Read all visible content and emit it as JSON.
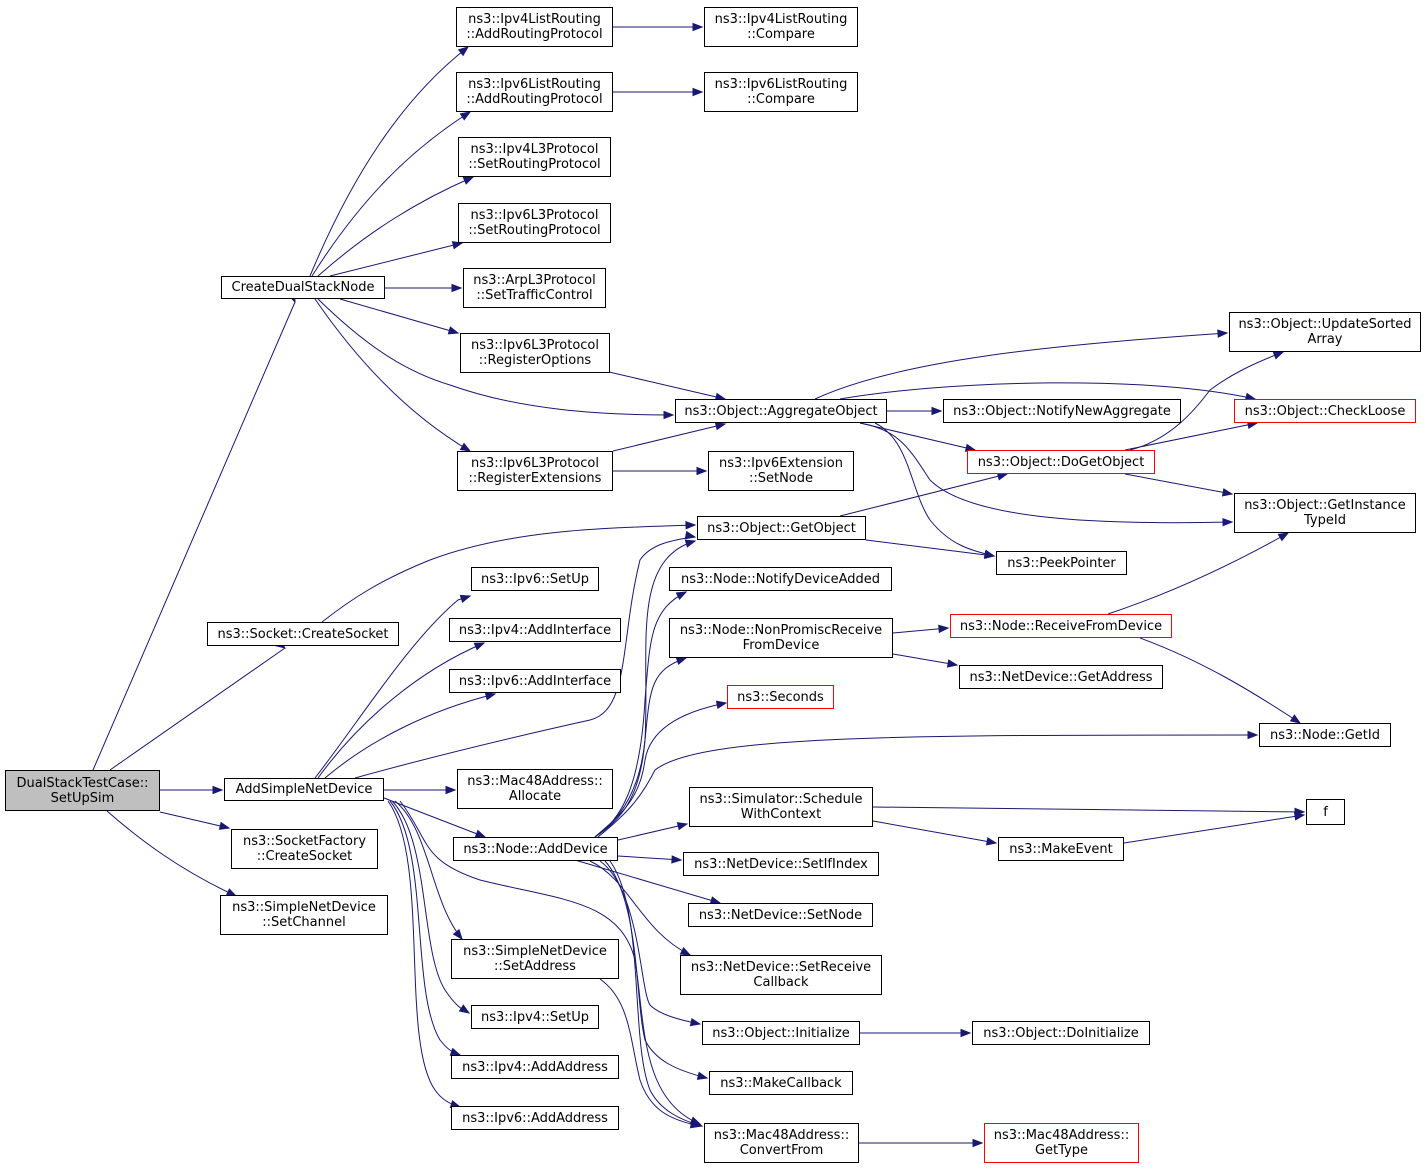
{
  "colors": {
    "edge": "#191970",
    "root_fill": "#bfbfbf",
    "truncated_border": "#ff0000",
    "node_border": "#000000",
    "background": "#ffffff"
  },
  "nodes": {
    "root": [
      "DualStackTestCase::",
      "SetUpSim"
    ],
    "create_dual_stack_node": [
      "CreateDualStackNode"
    ],
    "socket_create_socket": [
      "ns3::Socket::CreateSocket"
    ],
    "add_simple_net_device": [
      "AddSimpleNetDevice"
    ],
    "socket_factory_create_socket": [
      "ns3::SocketFactory",
      "::CreateSocket"
    ],
    "simple_net_device_set_channel": [
      "ns3::SimpleNetDevice",
      "::SetChannel"
    ],
    "ipv4_list_routing_add": [
      "ns3::Ipv4ListRouting",
      "::AddRoutingProtocol"
    ],
    "ipv6_list_routing_add": [
      "ns3::Ipv6ListRouting",
      "::AddRoutingProtocol"
    ],
    "ipv4_l3_set_routing": [
      "ns3::Ipv4L3Protocol",
      "::SetRoutingProtocol"
    ],
    "ipv6_l3_set_routing": [
      "ns3::Ipv6L3Protocol",
      "::SetRoutingProtocol"
    ],
    "arp_l3_set_traffic": [
      "ns3::ArpL3Protocol",
      "::SetTrafficControl"
    ],
    "ipv6_l3_register_options": [
      "ns3::Ipv6L3Protocol",
      "::RegisterOptions"
    ],
    "ipv6_l3_register_extensions": [
      "ns3::Ipv6L3Protocol",
      "::RegisterExtensions"
    ],
    "ipv6_set_up": [
      "ns3::Ipv6::SetUp"
    ],
    "ipv4_add_interface": [
      "ns3::Ipv4::AddInterface"
    ],
    "ipv6_add_interface": [
      "ns3::Ipv6::AddInterface"
    ],
    "mac48_allocate": [
      "ns3::Mac48Address::",
      "Allocate"
    ],
    "node_add_device": [
      "ns3::Node::AddDevice"
    ],
    "simple_net_device_set_address": [
      "ns3::SimpleNetDevice",
      "::SetAddress"
    ],
    "ipv4_set_up": [
      "ns3::Ipv4::SetUp"
    ],
    "ipv4_add_address": [
      "ns3::Ipv4::AddAddress"
    ],
    "ipv6_add_address": [
      "ns3::Ipv6::AddAddress"
    ],
    "ipv4_list_routing_compare": [
      "ns3::Ipv4ListRouting",
      "::Compare"
    ],
    "ipv6_list_routing_compare": [
      "ns3::Ipv6ListRouting",
      "::Compare"
    ],
    "object_aggregate_object": [
      "ns3::Object::AggregateObject"
    ],
    "ipv6_extension_set_node": [
      "ns3::Ipv6Extension",
      "::SetNode"
    ],
    "object_get_object": [
      "ns3::Object::GetObject"
    ],
    "node_notify_device_added": [
      "ns3::Node::NotifyDeviceAdded"
    ],
    "node_non_promisc_receive": [
      "ns3::Node::NonPromiscReceive",
      "FromDevice"
    ],
    "seconds": [
      "ns3::Seconds"
    ],
    "simulator_schedule_with_context": [
      "ns3::Simulator::Schedule",
      "WithContext"
    ],
    "net_device_set_if_index": [
      "ns3::NetDevice::SetIfIndex"
    ],
    "net_device_set_node": [
      "ns3::NetDevice::SetNode"
    ],
    "net_device_set_receive_callback": [
      "ns3::NetDevice::SetReceive",
      "Callback"
    ],
    "object_initialize": [
      "ns3::Object::Initialize"
    ],
    "make_callback": [
      "ns3::MakeCallback"
    ],
    "mac48_convert_from": [
      "ns3::Mac48Address::",
      "ConvertFrom"
    ],
    "object_notify_new_aggregate": [
      "ns3::Object::NotifyNewAggregate"
    ],
    "object_do_get_object": [
      "ns3::Object::DoGetObject"
    ],
    "peek_pointer": [
      "ns3::PeekPointer"
    ],
    "node_receive_from_device": [
      "ns3::Node::ReceiveFromDevice"
    ],
    "net_device_get_address": [
      "ns3::NetDevice::GetAddress"
    ],
    "make_event": [
      "ns3::MakeEvent"
    ],
    "object_do_initialize": [
      "ns3::Object::DoInitialize"
    ],
    "mac48_get_type": [
      "ns3::Mac48Address::",
      "GetType"
    ],
    "object_update_sorted_array": [
      "ns3::Object::UpdateSorted",
      "Array"
    ],
    "object_check_loose": [
      "ns3::Object::CheckLoose"
    ],
    "object_get_instance_type_id": [
      "ns3::Object::GetInstance",
      "TypeId"
    ],
    "node_get_id": [
      "ns3::Node::GetId"
    ],
    "f": [
      "f"
    ]
  }
}
